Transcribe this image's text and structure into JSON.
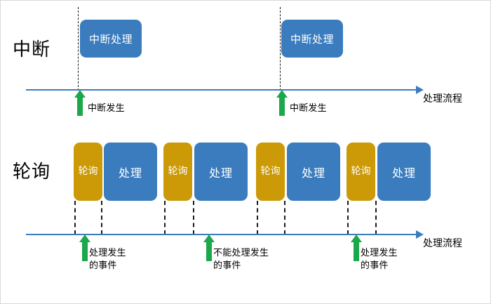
{
  "diagram": {
    "title_rows": [
      {
        "label": "中断"
      },
      {
        "label": "轮询"
      }
    ],
    "flow_axis_label": "处理流程",
    "colors": {
      "blue": "#3a7cbe",
      "gold": "#cb9a06",
      "green": "#1aa84a",
      "axis": "#3a7cbe",
      "dash": "#1a1a1a",
      "text": "#000000"
    },
    "interrupt_row": {
      "label": "中断",
      "boxes": [
        {
          "text": "中断处理",
          "color": "blue"
        },
        {
          "text": "中断处理",
          "color": "blue"
        }
      ],
      "events": [
        {
          "label": "中断发生"
        },
        {
          "label": "中断发生"
        }
      ],
      "axis_label": "处理流程"
    },
    "polling_row": {
      "label": "轮询",
      "boxes": [
        {
          "text": "轮询",
          "color": "gold"
        },
        {
          "text": "处理",
          "color": "blue"
        },
        {
          "text": "轮询",
          "color": "gold"
        },
        {
          "text": "处理",
          "color": "blue"
        },
        {
          "text": "轮询",
          "color": "gold"
        },
        {
          "text": "处理",
          "color": "blue"
        },
        {
          "text": "轮询",
          "color": "gold"
        },
        {
          "text": "处理",
          "color": "blue"
        }
      ],
      "events": [
        {
          "label": "处理发生\n的事件"
        },
        {
          "label": "不能处理发生\n的事件"
        },
        {
          "label": "处理发生\n的事件"
        }
      ],
      "axis_label": "处理流程"
    }
  }
}
